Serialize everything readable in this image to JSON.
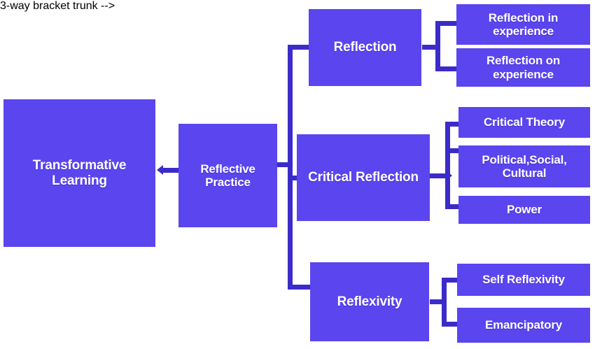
{
  "diagram": {
    "title": "Transformative Learning / Reflective Practice hierarchy",
    "colors": {
      "node_fill": "#5b45ef",
      "node_text": "#ffffff",
      "connector": "#3b2bc9",
      "background": "#ffffff"
    },
    "nodes": {
      "transformative_learning": "Transformative Learning",
      "reflective_practice": "Reflective Practice",
      "reflection": "Reflection",
      "critical_reflection": "Critical Reflection",
      "reflexivity": "Reflexivity",
      "reflection_in_experience": "Reflection in experience",
      "reflection_on_experience": "Reflection on experience",
      "critical_theory": "Critical Theory",
      "political_social_cultural": "Political,Social, Cultural",
      "power": "Power",
      "self_reflexivity": "Self Reflexivity",
      "emancipatory": "Emancipatory"
    }
  }
}
